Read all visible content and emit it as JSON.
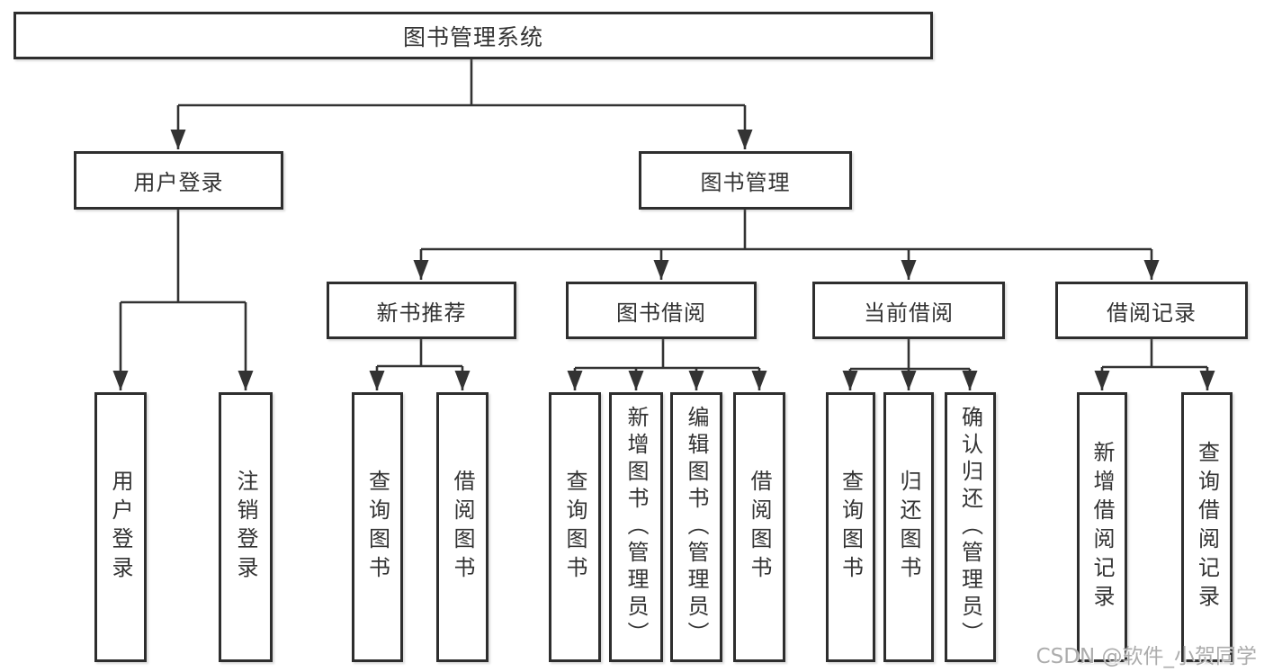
{
  "diagram": {
    "title": "图书管理系统",
    "level2": [
      {
        "label": "用户登录"
      },
      {
        "label": "图书管理"
      }
    ],
    "level3": [
      {
        "label": "新书推荐"
      },
      {
        "label": "图书借阅"
      },
      {
        "label": "当前借阅"
      },
      {
        "label": "借阅记录"
      }
    ],
    "leaves": [
      {
        "label": "用户登录"
      },
      {
        "label": "注销登录"
      },
      {
        "label": "查询图书"
      },
      {
        "label": "借阅图书"
      },
      {
        "label": "查询图书"
      },
      {
        "label": "新增图书（管理员）"
      },
      {
        "label": "编辑图书（管理员）"
      },
      {
        "label": "借阅图书"
      },
      {
        "label": "查询图书"
      },
      {
        "label": "归还图书"
      },
      {
        "label": "确认归还（管理员）"
      },
      {
        "label": "新增借阅记录"
      },
      {
        "label": "查询借阅记录"
      }
    ],
    "watermark": "CSDN @软件_小贺同学",
    "colors": {
      "line": "#333333",
      "box_border": "#2e2e2e",
      "text": "#333333",
      "watermark": "#a8a8a8"
    }
  }
}
